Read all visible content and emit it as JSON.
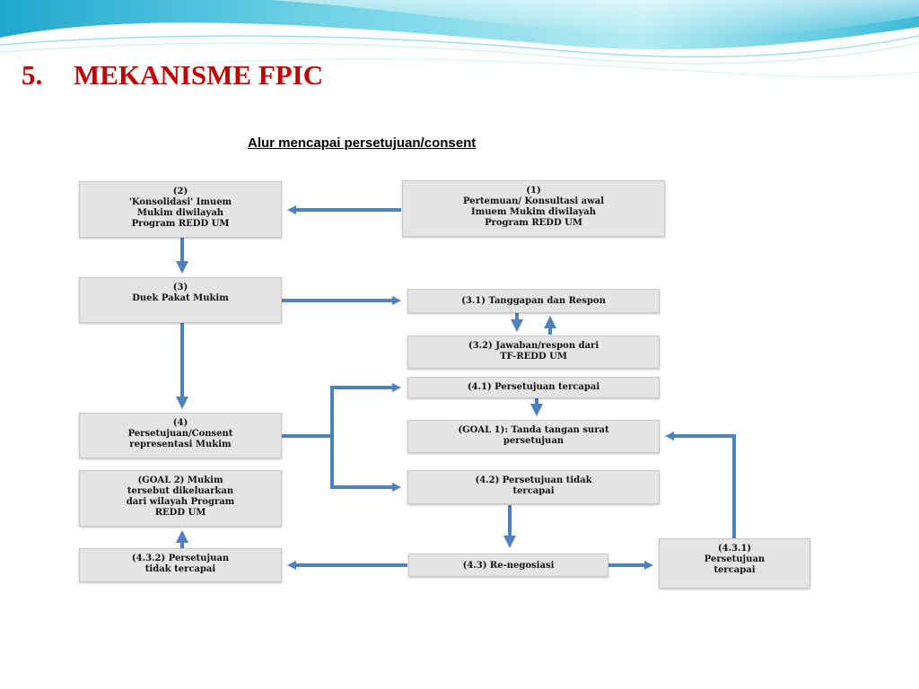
{
  "slide": {
    "number": "5.",
    "title": "MEKANISME FPIC"
  },
  "diagram": {
    "title": "Alur mencapai persetujuan/consent",
    "nodes": {
      "n1": "(1)\nPertemuan/ Konsultasi awal\nImuem Mukim diwilayah\nProgram REDD UM",
      "n2": "(2)\n'Konsolidasi' Imuem\nMukim diwilayah\nProgram REDD UM",
      "n3": "(3)\nDuek Pakat Mukim",
      "n31": "(3.1) Tanggapan dan Respon",
      "n32": "(3.2) Jawaban/respon dari\nTF-REDD UM",
      "n41": "(4.1) Persetujuan tercapai",
      "goal1": "(GOAL 1): Tanda tangan surat\npersetujuan",
      "n4": "(4)\nPersetujuan/Consent\nrepresentasi Mukim",
      "n42": "(4.2) Persetujuan tidak\ntercapai",
      "goal2": "(GOAL 2) Mukim\ntersebut dikeluarkan\ndari wilayah Program\nREDD UM",
      "n432": "(4.3.2) Persetujuan\ntidak tercapai",
      "n43": "(4.3) Re-negosiasi",
      "n431": "(4.3.1)\nPersetujuan\ntercapai"
    }
  },
  "colors": {
    "title": "#c00000",
    "arrow": "#4f81bd",
    "box_fill": "#e4e4e4",
    "header_wave": "#5ec8e0"
  }
}
